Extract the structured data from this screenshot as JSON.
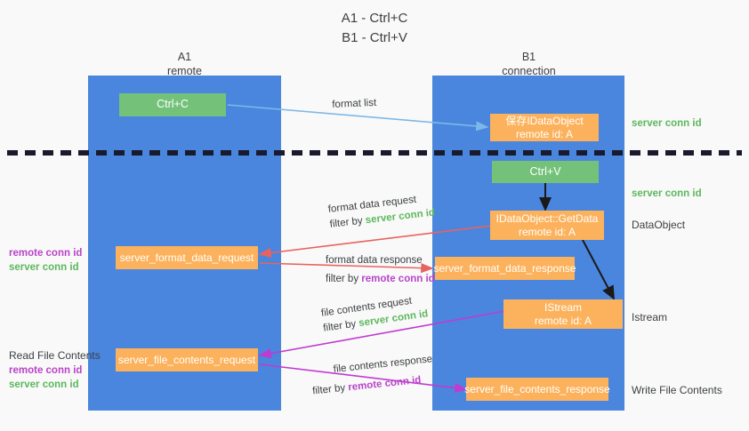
{
  "title": {
    "line1": "A1 - Ctrl+C",
    "line2": "B1 - Ctrl+V"
  },
  "columns": [
    {
      "name": "A1",
      "sub": "remote",
      "color": "#4a86dd"
    },
    {
      "name": "B1",
      "sub": "connection",
      "color": "#4a86dd"
    }
  ],
  "boxes": {
    "ctrl_c": {
      "label": "Ctrl+C",
      "color": "#74c27a"
    },
    "ctrl_v": {
      "label": "Ctrl+V",
      "color": "#74c27a"
    },
    "save_dataobject": {
      "line1": "保存IDataObject",
      "line2": "remote id: A",
      "color": "#fcb25c"
    },
    "getdata": {
      "line1": "IDataObject::GetData",
      "line2": "remote id: A",
      "color": "#fcb25c"
    },
    "istream": {
      "line1": "IStream",
      "line2": "remote id: A",
      "color": "#fcb25c"
    },
    "server_format_data_request": {
      "label": "server_format_data_request",
      "color": "#fcb25c"
    },
    "server_format_data_response": {
      "label": "server_format_data_response",
      "color": "#fcb25c"
    },
    "server_file_contents_request": {
      "label": "server_file_contents_request",
      "color": "#fcb25c"
    },
    "server_file_contents_response": {
      "label": "server_file_contents_response",
      "color": "#fcb25c"
    }
  },
  "edges": {
    "format_list": {
      "label": "format list",
      "color": "#7eb8e8"
    },
    "format_data_request": {
      "label": "format data request",
      "filter_prefix": "filter by ",
      "filter_value": "server conn id",
      "color": "#e8635f"
    },
    "format_data_response": {
      "label": "format data response",
      "filter_prefix": "filter by ",
      "filter_value": "remote conn id",
      "color": "#e8635f"
    },
    "file_contents_request": {
      "label": "file contents request",
      "filter_prefix": "filter by ",
      "filter_value": "server conn id",
      "color": "#c03bd0"
    },
    "file_contents_response": {
      "label": "file contents response",
      "filter_prefix": "filter by ",
      "filter_value": "remote conn id",
      "color": "#c03bd0"
    }
  },
  "right_labels": {
    "server_conn_id_top": "server conn id",
    "server_conn_id_mid": "server conn id",
    "dataobject": "DataObject",
    "istream": "Istream",
    "write_file_contents": "Write File Contents"
  },
  "left_labels": {
    "remote_conn_id_1": "remote conn id",
    "server_conn_id_1": "server conn id",
    "read_file_contents": "Read File Contents",
    "remote_conn_id_2": "remote conn id",
    "server_conn_id_2": "server conn id"
  },
  "colors": {
    "background": "#f9f9f9",
    "column_blue": "#4a86dd",
    "green_box": "#74c27a",
    "orange_box": "#fcb25c",
    "green_text": "#5cb85c",
    "purple_text": "#b943c9",
    "red_arrow": "#e8635f",
    "magenta_arrow": "#c03bd0",
    "light_blue_arrow": "#7eb8e8",
    "dashed_line": "#1a1a2e"
  }
}
